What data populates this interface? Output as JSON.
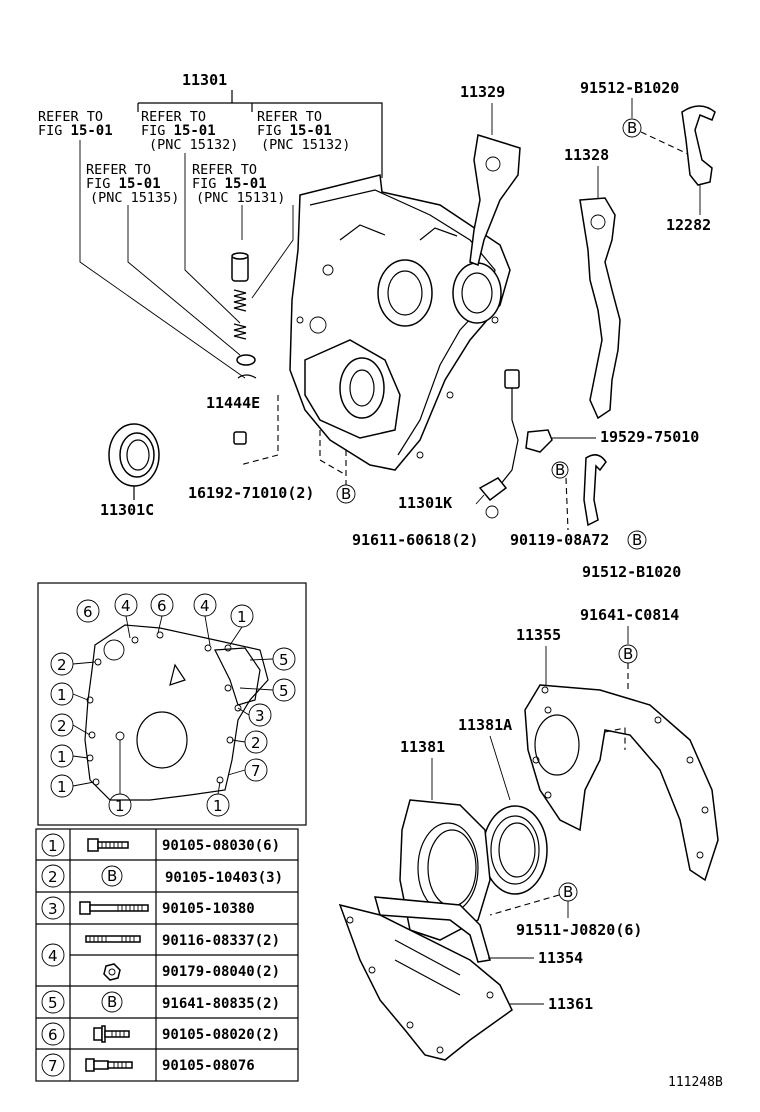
{
  "callouts": {
    "main_cover": "11301",
    "gasket_upper": "11329",
    "bolt_bracket_top": "91512-B1020",
    "gasket_side": "11328",
    "bracket": "12282",
    "clip": "19529-75010",
    "plug": "11444E",
    "oil_seal": "11301C",
    "stud_b": "16192-71010(2)",
    "sensor": "11301K",
    "bolt_sensor": "91611-60618(2)",
    "bolt_b2": "90119-08A72",
    "bolt_bracket_bottom": "91512-B1020",
    "nut_top": "91641-C0814",
    "rear_plate": "11355",
    "seal_rear": "11381A",
    "retainer": "11381",
    "bolt_retainer": "91511-J0820(6)",
    "gasket_lower": "11354",
    "oil_pan_plate": "11361"
  },
  "refer_notes": [
    {
      "line1": "REFER TO",
      "line2a": "FIG ",
      "line2b": "15-01",
      "line3": ""
    },
    {
      "line1": "REFER TO",
      "line2a": "FIG ",
      "line2b": "15-01",
      "line3": "(PNC 15132)"
    },
    {
      "line1": "REFER TO",
      "line2a": "FIG ",
      "line2b": "15-01",
      "line3": "(PNC 15132)"
    },
    {
      "line1": "REFER TO",
      "line2a": "FIG ",
      "line2b": "15-01",
      "line3": "(PNC 15135)"
    },
    {
      "line1": "REFER TO",
      "line2a": "FIG ",
      "line2b": "15-01",
      "line3": "(PNC 15131)"
    }
  ],
  "markers": {
    "b": "B"
  },
  "inset_numbers": [
    "1",
    "2",
    "3",
    "4",
    "5",
    "6",
    "7"
  ],
  "legend": [
    {
      "key": "1",
      "parts": [
        "90105-08030(6)"
      ],
      "icons": [
        "bolt-short-icon"
      ]
    },
    {
      "key": "2",
      "parts": [
        "90105-10403(3)"
      ],
      "icons": [
        "b-circle-icon"
      ]
    },
    {
      "key": "3",
      "parts": [
        "90105-10380"
      ],
      "icons": [
        "bolt-long-icon"
      ]
    },
    {
      "key": "4",
      "parts": [
        "90116-08337(2)",
        "90179-08040(2)"
      ],
      "icons": [
        "stud-icon",
        "nut-icon"
      ]
    },
    {
      "key": "5",
      "parts": [
        "91641-80835(2)"
      ],
      "icons": [
        "b-circle-icon"
      ]
    },
    {
      "key": "6",
      "parts": [
        "90105-08020(2)"
      ],
      "icons": [
        "bolt-flange-icon"
      ]
    },
    {
      "key": "7",
      "parts": [
        "90105-08076"
      ],
      "icons": [
        "bolt-step-icon"
      ]
    }
  ],
  "figure_id": "111248B"
}
